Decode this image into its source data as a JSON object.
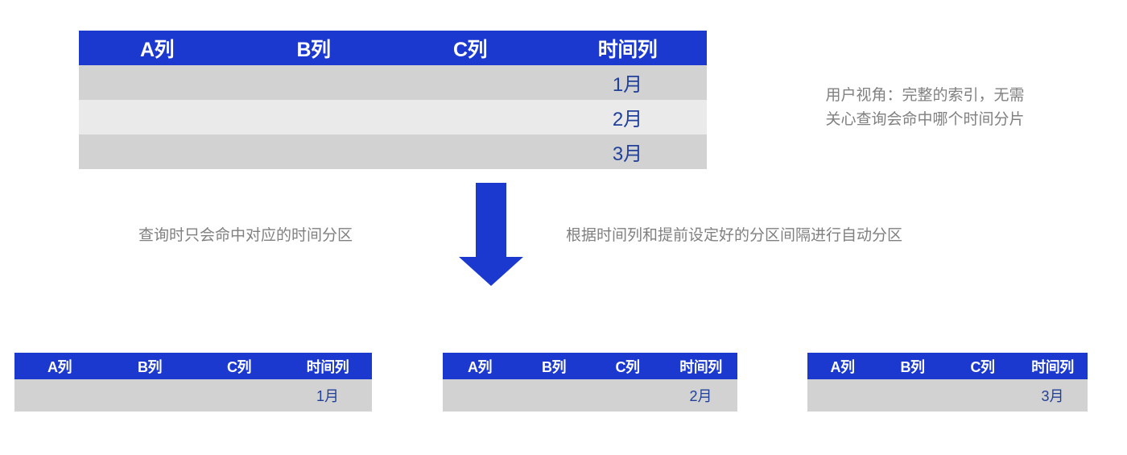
{
  "theme": {
    "header_blue": "#1b39ce",
    "arrow_blue": "#1b39ce",
    "value_blue": "#21409a",
    "row_dark": "#d2d2d2",
    "row_light": "#eaeaea",
    "note_gray": "#808080",
    "background": "#ffffff"
  },
  "master_table": {
    "columns": [
      "A列",
      "B列",
      "C列",
      "时间列"
    ],
    "rows": [
      {
        "cells": [
          "",
          "",
          "",
          "1月"
        ]
      },
      {
        "cells": [
          "",
          "",
          "",
          "2月"
        ]
      },
      {
        "cells": [
          "",
          "",
          "",
          "3月"
        ]
      }
    ]
  },
  "arrow": {
    "icon": "arrow-down-icon",
    "direction": "down"
  },
  "partition_tables": [
    {
      "columns": [
        "A列",
        "B列",
        "C列",
        "时间列"
      ],
      "rows": [
        {
          "cells": [
            "",
            "",
            "",
            "1月"
          ]
        }
      ]
    },
    {
      "columns": [
        "A列",
        "B列",
        "C列",
        "时间列"
      ],
      "rows": [
        {
          "cells": [
            "",
            "",
            "",
            "2月"
          ]
        }
      ]
    },
    {
      "columns": [
        "A列",
        "B列",
        "C列",
        "时间列"
      ],
      "rows": [
        {
          "cells": [
            "",
            "",
            "",
            "3月"
          ]
        }
      ]
    }
  ],
  "notes": {
    "user_view": "用户视角：完整的索引，无需\n关心查询会命中哪个时间分片",
    "query_hit": "查询时只会命中对应的时间分区",
    "auto_partition": "根据时间列和提前设定好的分区间隔进行自动分区"
  }
}
